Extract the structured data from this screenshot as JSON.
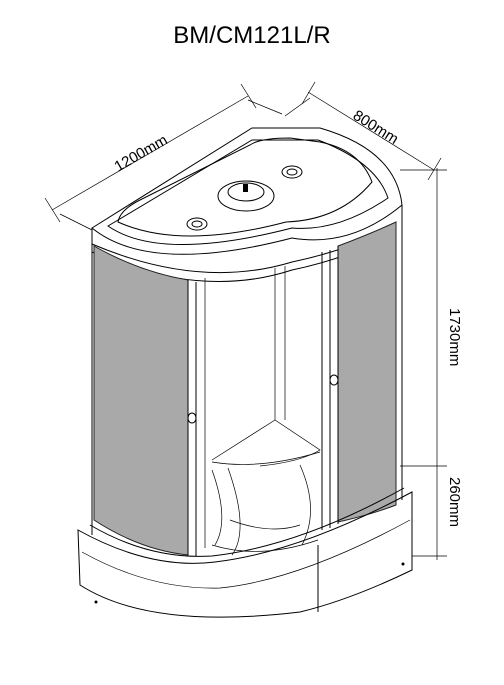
{
  "title": "BM/CM121L/R",
  "dimensions": {
    "width": "1200mm",
    "depth": "800mm",
    "height": "1730mm",
    "tray_height": "260mm"
  }
}
